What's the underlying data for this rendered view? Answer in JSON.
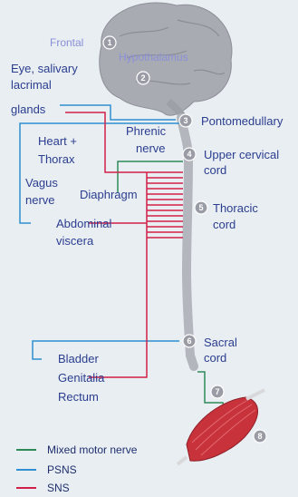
{
  "regions": {
    "frontal": "Frontal",
    "hypothalamus": "Hypothalamus",
    "pontomedullary": "Pontomedullary",
    "upper_cervical_1": "Upper cervical",
    "upper_cervical_2": "cord",
    "thoracic_1": "Thoracic",
    "thoracic_2": "cord",
    "sacral_1": "Sacral",
    "sacral_2": "cord"
  },
  "targets": {
    "eye_1": "Eye, salivary",
    "eye_2": "lacrimal",
    "eye_3": "glands",
    "heart_1": "Heart +",
    "heart_2": "Thorax",
    "vagus_1": "Vagus",
    "vagus_2": "nerve",
    "phrenic_1": "Phrenic",
    "phrenic_2": "nerve",
    "diaphragm": "Diaphragm",
    "abdominal_1": "Abdominal",
    "abdominal_2": "viscera",
    "bladder": "Bladder",
    "genitalia": "Genitalia",
    "rectum": "Rectum"
  },
  "numbers": [
    "1",
    "2",
    "3",
    "4",
    "5",
    "6",
    "7",
    "8"
  ],
  "legend": [
    {
      "label": "Mixed motor nerve",
      "color": "#2e8b57"
    },
    {
      "label": "PSNS",
      "color": "#2f8fd0"
    },
    {
      "label": "SNS",
      "color": "#d21f48"
    }
  ],
  "colors": {
    "brain": "#a9abb3",
    "cord": "#b4b6bd",
    "muscle": "#c8323a",
    "marker": "#9a9ca5"
  }
}
